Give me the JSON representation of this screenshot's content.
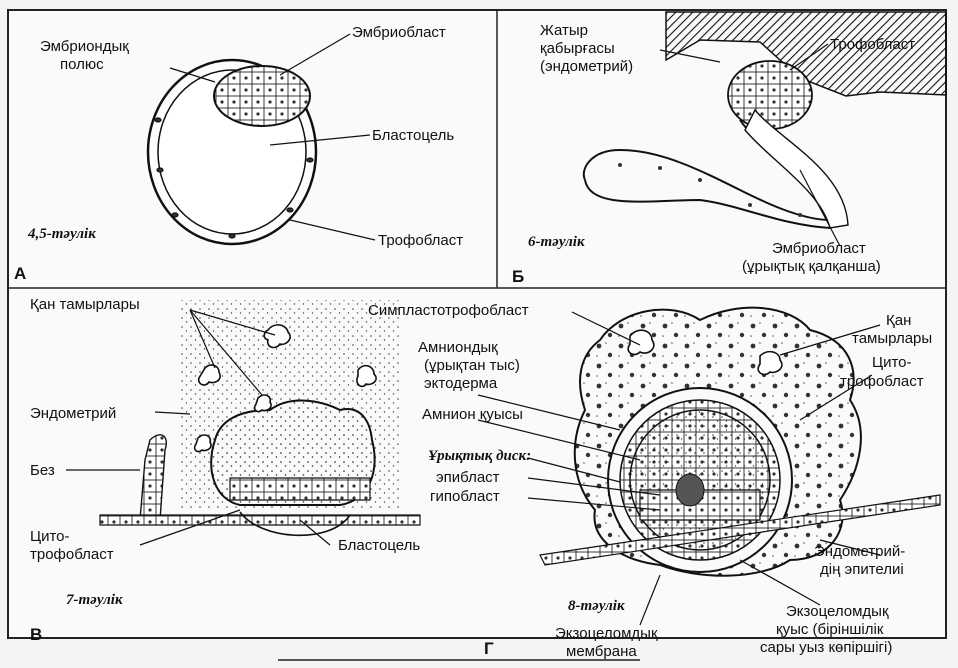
{
  "panels": {
    "a": {
      "letter": "А",
      "day": "4,5-тәулік",
      "labels": {
        "embryonic_pole": [
          "Эмбриондық",
          "полюс"
        ],
        "embryoblast": "Эмбриобласт",
        "blastocoel": "Бластоцель",
        "trophoblast": "Трофобласт"
      }
    },
    "b": {
      "letter": "Б",
      "day": "6-тәулік",
      "labels": {
        "uterine_wall": [
          "Жатыр",
          "қабырғасы",
          "(эндометрий)"
        ],
        "trophoblast": "Трофобласт",
        "embryoblast": [
          "Эмбриобласт",
          "(ұрықтық қалқанша)"
        ]
      }
    },
    "c": {
      "letter": "В",
      "day": "7-тәулік",
      "labels": {
        "blood_vessels": "Қан тамырлары",
        "endometrium": "Эндометрий",
        "gland": "Без",
        "cytotrophoblast": [
          "Цито-",
          "трофобласт"
        ],
        "blastocoel": "Бластоцель"
      }
    },
    "center": {
      "syncytiotrophoblast": "Симпластотрофобласт",
      "amniotic_ectoderm": [
        "Амниондық",
        "(ұрықтан тыс)",
        "эктодерма"
      ],
      "amnion_cavity": "Амнион қуысы",
      "germ_disc": "Ұрықтық диск:",
      "epiblast": "эпибласт",
      "hypoblast": "гипобласт"
    },
    "d": {
      "letter": "Г",
      "day": "8-тәулік",
      "labels": {
        "blood_vessels": [
          "Қан",
          "тамырлары"
        ],
        "cytotrophoblast": [
          "Цито-",
          "трофобласт"
        ],
        "endometrial_epithelium": [
          "Эндометрий-",
          "дің эпителиі"
        ],
        "exocoelomic_membrane": [
          "Экзоцеломдық",
          "мембрана"
        ],
        "exocoelomic_cavity": [
          "Экзоцеломдық",
          "қуыс (біріншілік",
          "сары уыз көпіршігі)"
        ]
      }
    }
  },
  "colors": {
    "ink": "#111111",
    "paper": "#f4f4f4",
    "stipple": "#555555"
  }
}
